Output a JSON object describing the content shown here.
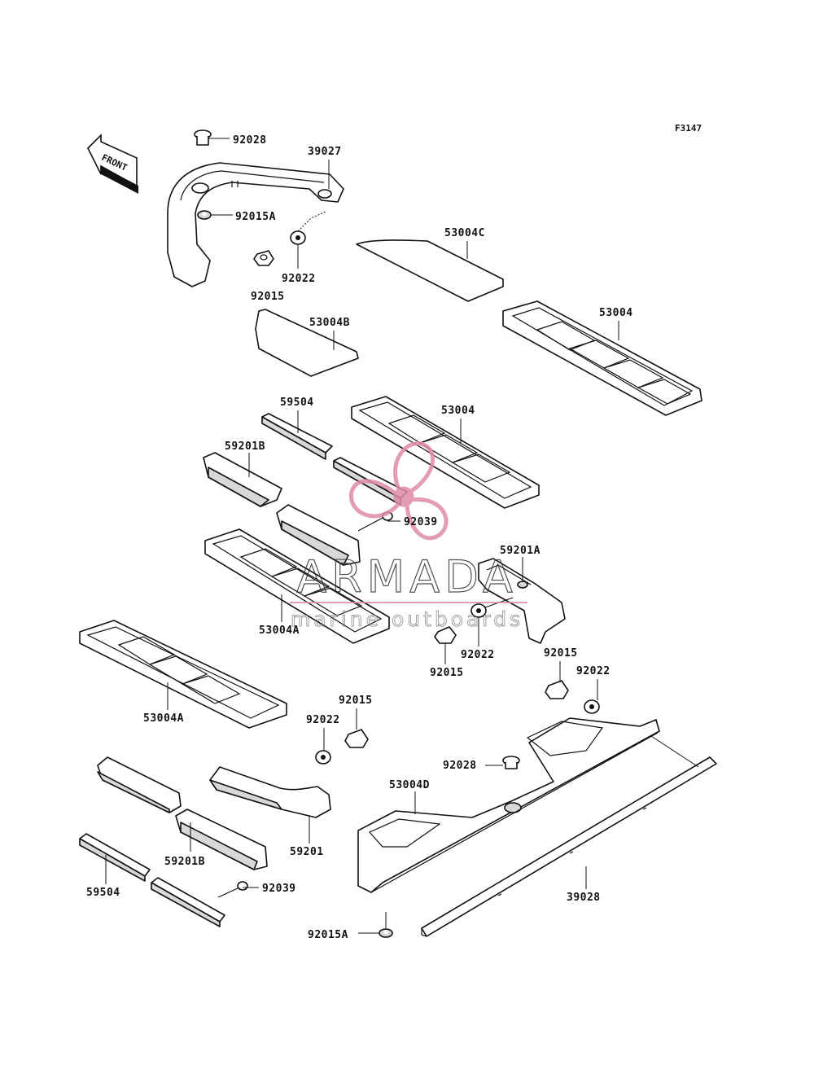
{
  "figure_id": "F3147",
  "front_label": "FRONT",
  "watermark": {
    "brand": "ARMADA",
    "tagline": "marine outboards",
    "color": "#e08aa9"
  },
  "part_labels": [
    "92028",
    "39027",
    "92015A",
    "92022",
    "92015",
    "53004C",
    "53004",
    "53004B",
    "59504",
    "53004",
    "59201B",
    "92039",
    "59201A",
    "53004A",
    "92022",
    "92015",
    "92015",
    "92022",
    "53004A",
    "92015",
    "92022",
    "92028",
    "53004D",
    "59201",
    "59201B",
    "92039",
    "59504",
    "39028",
    "92015A"
  ]
}
